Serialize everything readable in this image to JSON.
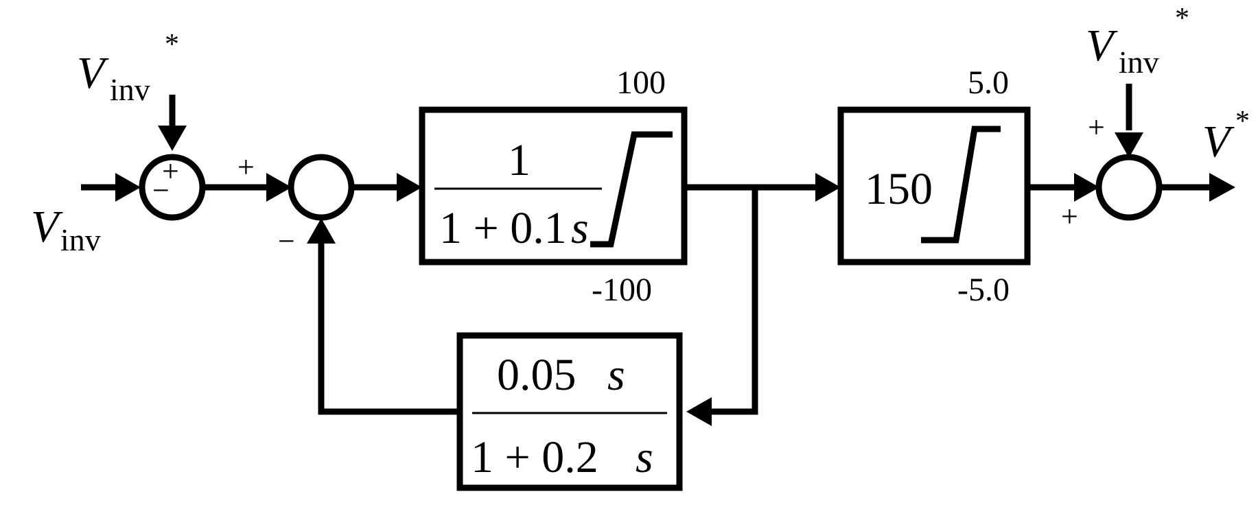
{
  "signals": {
    "input_var": "V",
    "input_sub": "inv",
    "ref_var": "V",
    "ref_sub": "inv",
    "ref_sup": "*",
    "output_var": "V",
    "output_sup": "*"
  },
  "summing_junctions": {
    "sum1": {
      "top_sign": "+",
      "bottom_sign": "−"
    },
    "sum2": {
      "left_sign": "+",
      "bottom_sign": "−"
    },
    "sum3": {
      "top_sign": "+",
      "left_sign": "+"
    }
  },
  "blocks": {
    "lag": {
      "numerator": "1",
      "denominator_const": "1 + 0.1",
      "denominator_var": "s",
      "limit_upper": "100",
      "limit_lower": "-100"
    },
    "gain": {
      "value": "150",
      "limit_upper": "5.0",
      "limit_lower": "-5.0"
    },
    "feedback": {
      "numerator_const": "0.05",
      "numerator_var": "s",
      "denominator_const": "1 + 0.2",
      "denominator_var": "s"
    }
  }
}
